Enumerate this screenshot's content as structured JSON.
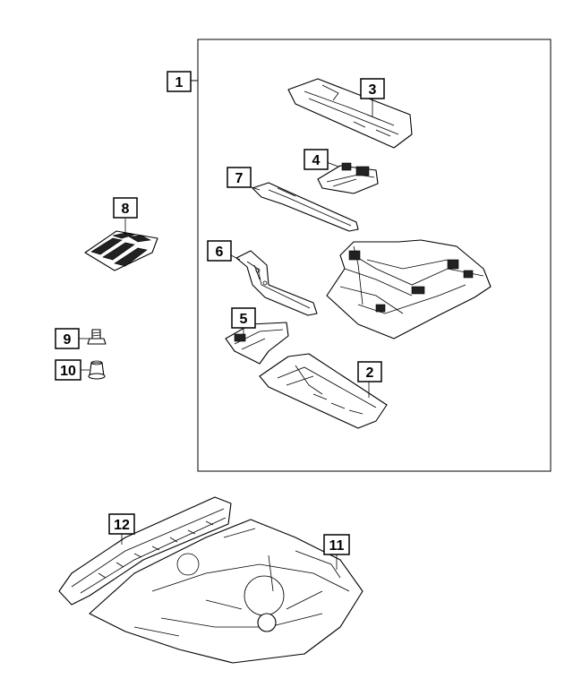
{
  "diagram": {
    "callouts": [
      {
        "id": "c1",
        "label": "1"
      },
      {
        "id": "c2",
        "label": "2"
      },
      {
        "id": "c3",
        "label": "3"
      },
      {
        "id": "c4",
        "label": "4"
      },
      {
        "id": "c5",
        "label": "5"
      },
      {
        "id": "c6",
        "label": "6"
      },
      {
        "id": "c7",
        "label": "7"
      },
      {
        "id": "c8",
        "label": "8"
      },
      {
        "id": "c9",
        "label": "9"
      },
      {
        "id": "c10",
        "label": "10"
      },
      {
        "id": "c11",
        "label": "11"
      },
      {
        "id": "c12",
        "label": "12"
      }
    ],
    "colors": {
      "line": "#000000",
      "background": "#ffffff"
    }
  }
}
